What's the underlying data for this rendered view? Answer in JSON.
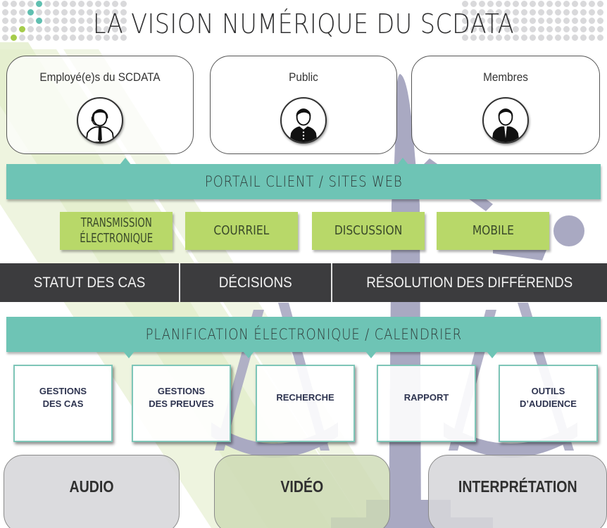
{
  "title": "LA VISION NUMÉRIQUE DU SCDATA",
  "users": [
    {
      "label": "Employé(e)s du SCDATA",
      "icon": "customer-service-agent-icon"
    },
    {
      "label": "Public",
      "icon": "person-icon"
    },
    {
      "label": "Membres",
      "icon": "person-tie-icon"
    }
  ],
  "portal_bar": {
    "label": "PORTAIL CLIENT / SITES WEB"
  },
  "channels": [
    {
      "line1": "TRANSMISSION",
      "line2": "ÉLECTRONIQUE"
    },
    {
      "line1": "COURRIEL",
      "line2": ""
    },
    {
      "line1": "DISCUSSION",
      "line2": ""
    },
    {
      "line1": "MOBILE",
      "line2": ""
    }
  ],
  "services": [
    {
      "label": "STATUT DES CAS"
    },
    {
      "label": "DÉCISIONS"
    },
    {
      "label": "RÉSOLUTION DES DIFFÉRENDS"
    }
  ],
  "scheduling_bar": {
    "label": "PLANIFICATION ÉLECTRONIQUE / CALENDRIER"
  },
  "modules": [
    {
      "line1": "GESTIONS",
      "line2": "DES CAS"
    },
    {
      "line1": "GESTIONS",
      "line2": "DES PREUVES"
    },
    {
      "line1": "RECHERCHE",
      "line2": ""
    },
    {
      "line1": "RAPPORT",
      "line2": ""
    },
    {
      "line1": "OUTILS",
      "line2": "D’AUDIENCE"
    }
  ],
  "media": [
    {
      "label": "AUDIO"
    },
    {
      "label": "VIDÉO"
    },
    {
      "label": "INTERPRÉTATION"
    }
  ],
  "colors": {
    "teal": "#6ec4b5",
    "lime": "#b8d869",
    "dark": "#3c3c3e",
    "module_text": "#2e3450",
    "scale_silhouette": "#a9a9c2",
    "diagonal_band": "#e6f0d2"
  }
}
